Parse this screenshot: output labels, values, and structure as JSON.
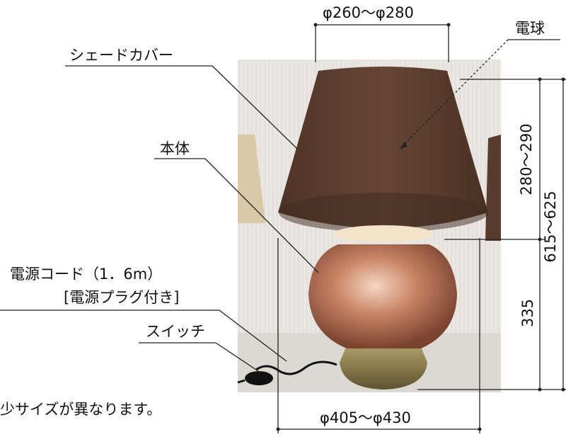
{
  "labels": {
    "shade_cover": "シェードカバー",
    "bulb": "電球",
    "body": "本体",
    "power_cord_line1": "電源コード（1．6m）",
    "power_cord_line2": "[電源プラグ付き]",
    "switch": "スイッチ",
    "note": "少サイズが異なります。"
  },
  "dimensions": {
    "shade_diameter": "φ260～φ280",
    "base_diameter": "φ405～φ430",
    "shade_height": "280～290",
    "body_height": "335",
    "total_height": "615～625"
  },
  "colors": {
    "shade": "#5b3e2f",
    "body": "#c9876a",
    "base": "#8a7a4a",
    "backdrop": "#e6e2dc",
    "line": "#222222"
  }
}
